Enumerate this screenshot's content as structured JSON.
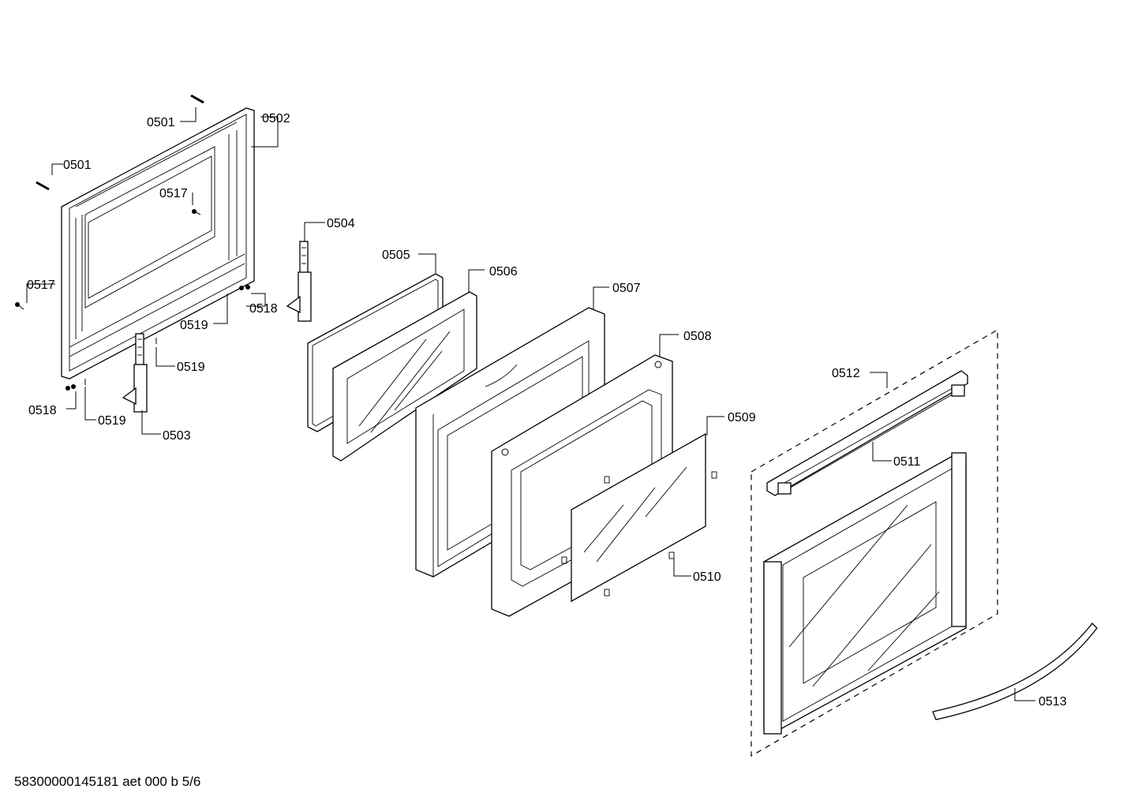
{
  "labels": {
    "p0501a": "0501",
    "p0501b": "0501",
    "p0502": "0502",
    "p0503": "0503",
    "p0504": "0504",
    "p0505": "0505",
    "p0506": "0506",
    "p0507": "0507",
    "p0508": "0508",
    "p0509": "0509",
    "p0510": "0510",
    "p0511": "0511",
    "p0512": "0512",
    "p0513": "0513",
    "p0517a": "0517",
    "p0517b": "0517",
    "p0518a": "0518",
    "p0518b": "0518",
    "p0519a": "0519",
    "p0519b": "0519",
    "p0519c": "0519"
  },
  "footer": "58300000145181 aet 000 b 5/6"
}
